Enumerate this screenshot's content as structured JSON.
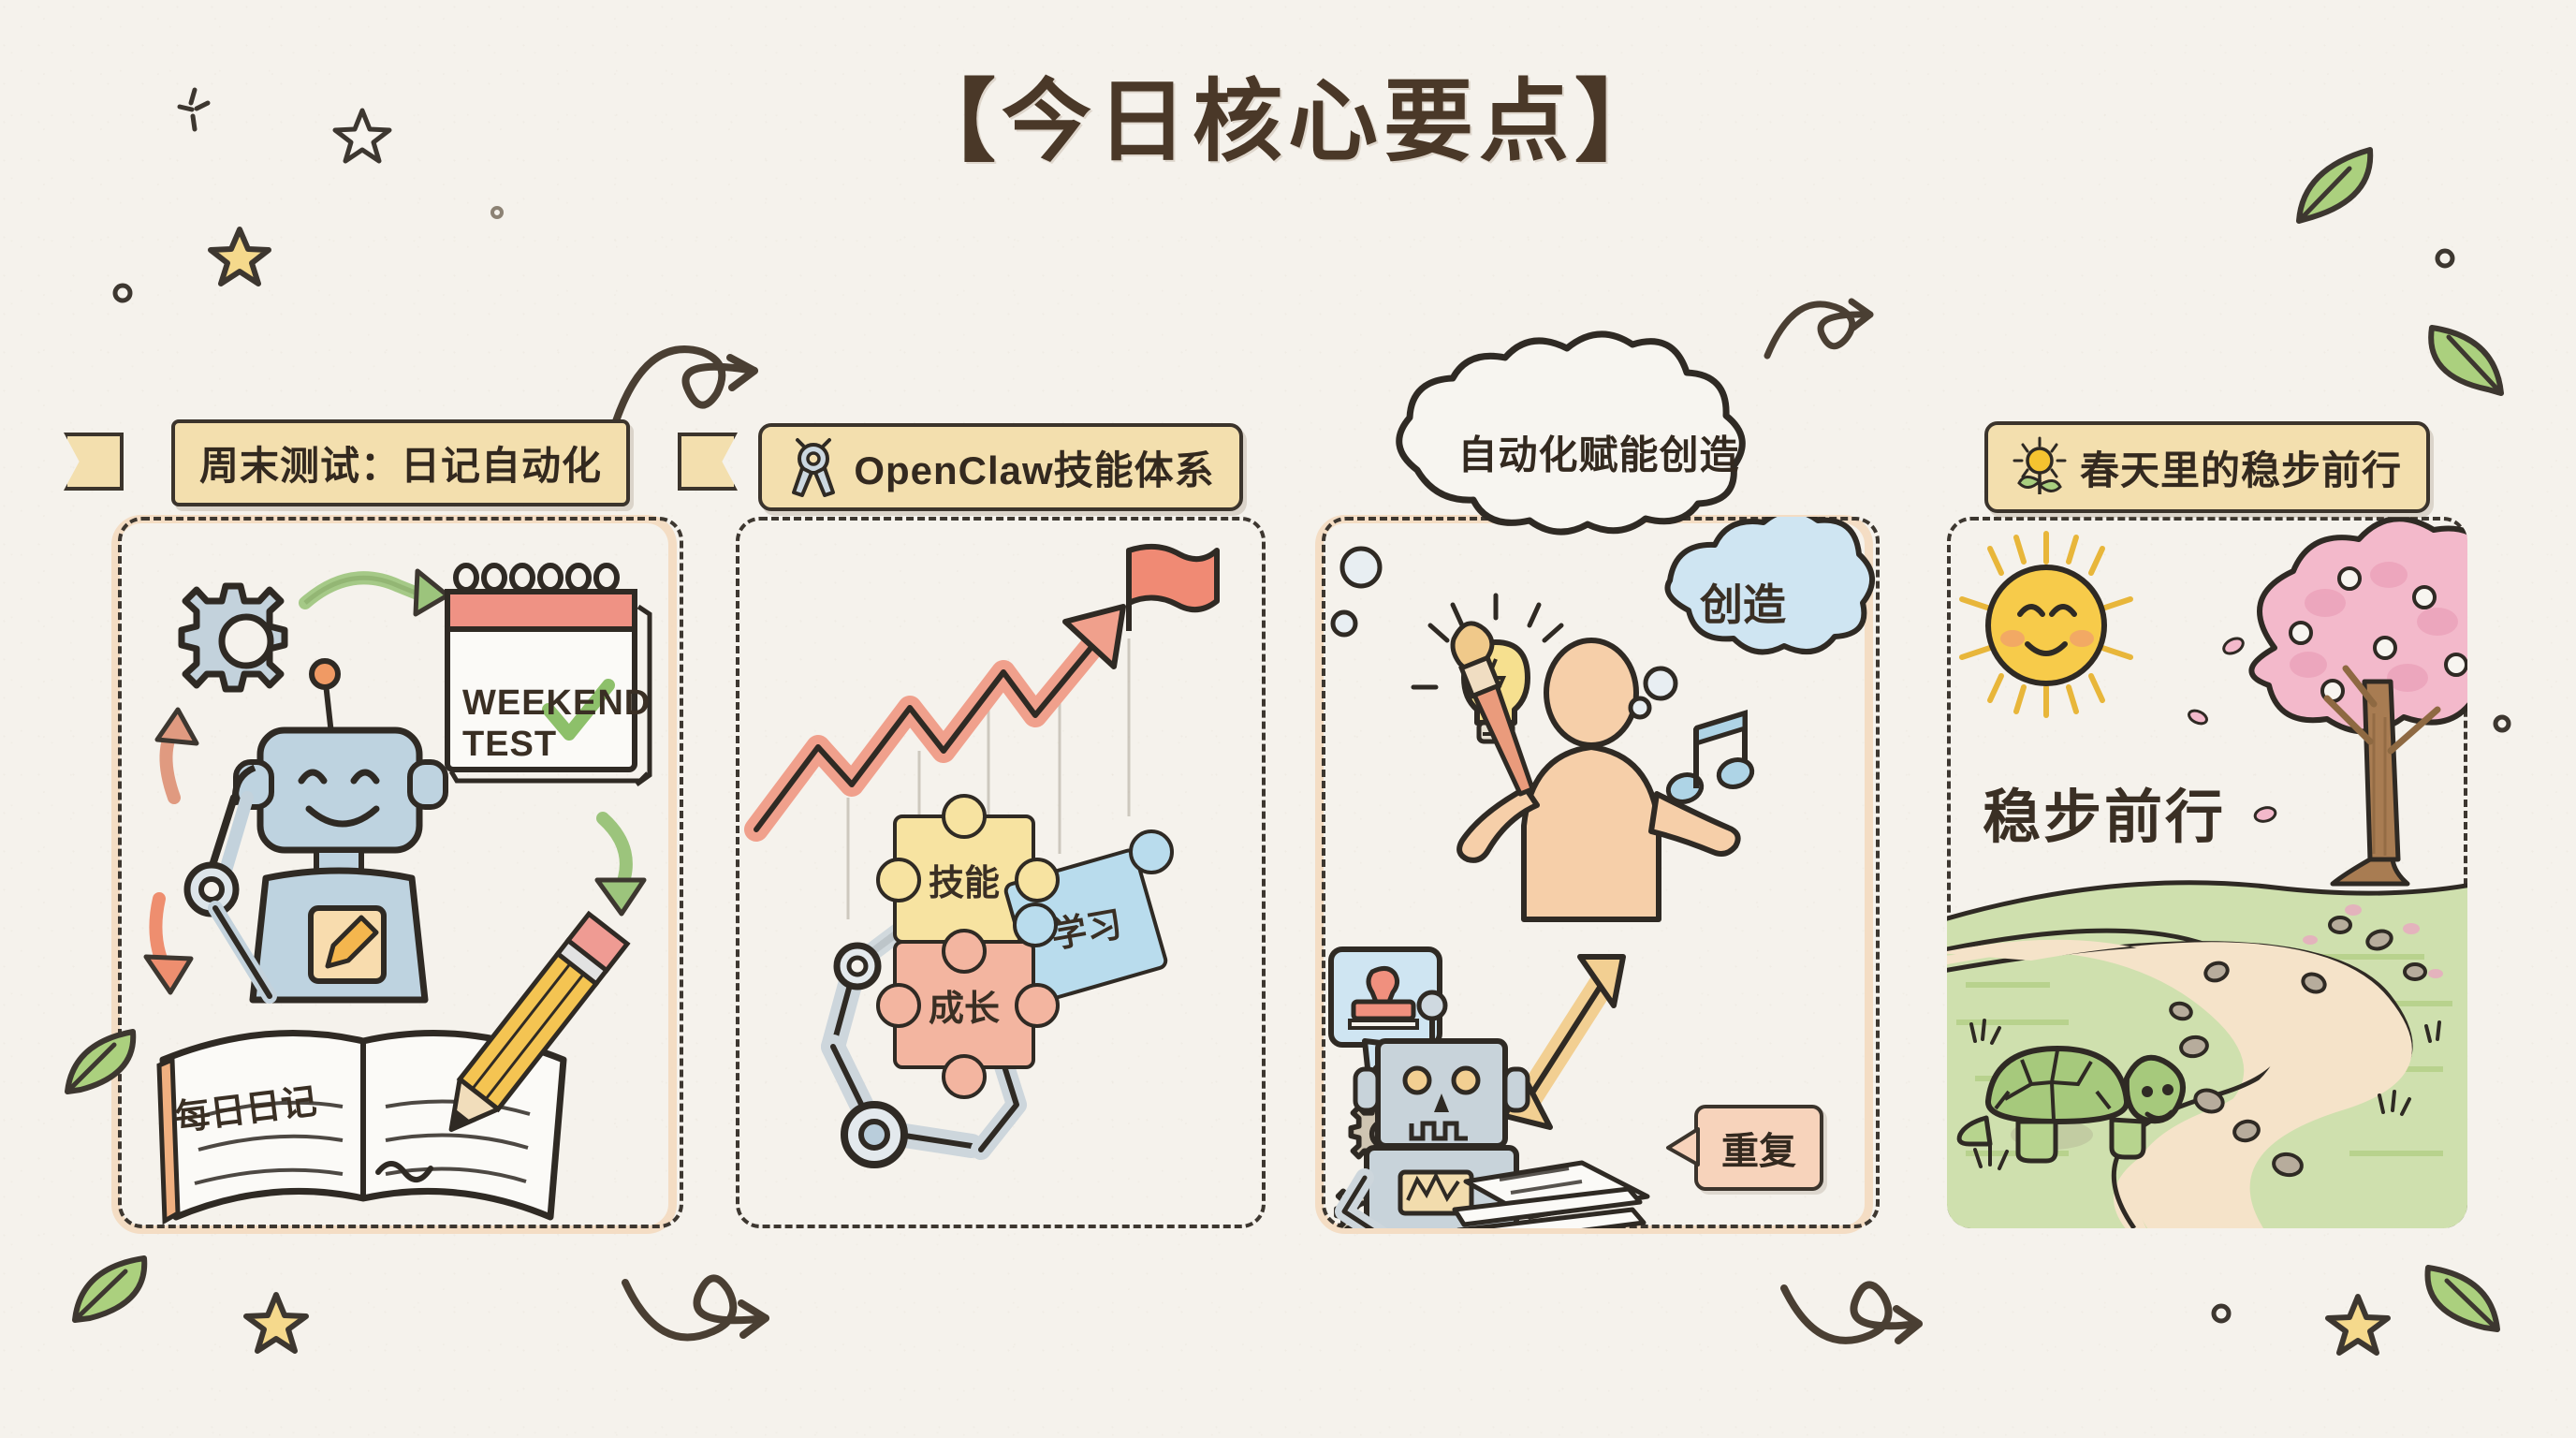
{
  "page": {
    "title": "【今日核心要点】",
    "background_color": "#f5f2ec",
    "ink_color": "#3d3730",
    "title_color": "#4a3828"
  },
  "panels": [
    {
      "id": "panel-weekend-test",
      "header": {
        "style": "ribbon-banner",
        "text": "周末测试：日记自动化",
        "icon": "none",
        "fill": "#f3dfae"
      },
      "art": {
        "scene": "robot-writing-diary",
        "labels": [
          {
            "name": "calendar-label-line1",
            "text": "WEEKEND"
          },
          {
            "name": "calendar-label-line2",
            "text": "TEST"
          },
          {
            "name": "diary-book-label",
            "text": "每日日记"
          }
        ],
        "icons": [
          "gear-icon",
          "robot-icon",
          "calendar-icon",
          "check-icon",
          "pencil-icon",
          "open-book-icon",
          "cycle-arrow-green",
          "cycle-arrow-salmon"
        ]
      }
    },
    {
      "id": "panel-openclaw-skills",
      "header": {
        "style": "plate",
        "text": "OpenClaw技能体系",
        "icon": "robot-claw-icon",
        "fill": "#f3dfae"
      },
      "art": {
        "scene": "puzzle-growth-chart",
        "puzzle_pieces": [
          {
            "name": "puzzle-skill",
            "text": "技能",
            "color": "#f7e3a1"
          },
          {
            "name": "puzzle-learn",
            "text": "学习",
            "color": "#b9dced"
          },
          {
            "name": "puzzle-growth",
            "text": "成长",
            "color": "#f3b5a0"
          }
        ],
        "icons": [
          "rising-arrow-icon",
          "flag-icon",
          "mechanical-arm-icon"
        ]
      }
    },
    {
      "id": "panel-automation-creativity",
      "header": {
        "style": "thought-cloud",
        "text": "自动化赋能创造",
        "icon": "none",
        "fill": "#f5f2ec"
      },
      "art": {
        "scene": "human-creates-robot-repeats",
        "labels": [
          {
            "name": "creativity-bubble-label",
            "text": "创造",
            "color": "#cfe5f2"
          },
          {
            "name": "repeat-chip-label",
            "text": "重复",
            "color": "#f7d3bb"
          }
        ],
        "icons": [
          "lightbulb-icon",
          "person-icon",
          "paintbrush-icon",
          "music-note-icon",
          "robot-icon",
          "stamp-icon",
          "gear-icon",
          "paper-stack-icon",
          "double-arrow-icon"
        ]
      }
    },
    {
      "id": "panel-steady-spring",
      "header": {
        "style": "plate",
        "text": "春天里的稳步前行",
        "icon": "sunflower-icon",
        "fill": "#f3dfae"
      },
      "art": {
        "scene": "turtle-on-spring-path",
        "labels": [
          {
            "name": "steady-progress-label",
            "text": "稳步前行"
          }
        ],
        "icons": [
          "sun-smiling-icon",
          "cherry-blossom-tree-icon",
          "winding-path-icon",
          "turtle-icon",
          "petal-icon"
        ]
      }
    }
  ],
  "decorations": {
    "stars": [
      "star-yellow",
      "star-outline"
    ],
    "leaves": [
      "leaf-green"
    ],
    "arrows": [
      "curly-arrow"
    ],
    "sparkles": [
      "sparkle",
      "dot-circle"
    ]
  },
  "colors": {
    "paper": "#f5f2ec",
    "ink": "#3d3730",
    "banner": "#f3dfae",
    "peach_shadow": "#f3d9bd",
    "salmon": "#f0a08c",
    "sky_blue": "#b9dced",
    "leaf_green": "#a9cf7f",
    "sun_yellow": "#f5c330",
    "blossom_pink": "#f0b5c8",
    "skin": "#f5ceac",
    "robot_blue": "#b9cfdd"
  }
}
